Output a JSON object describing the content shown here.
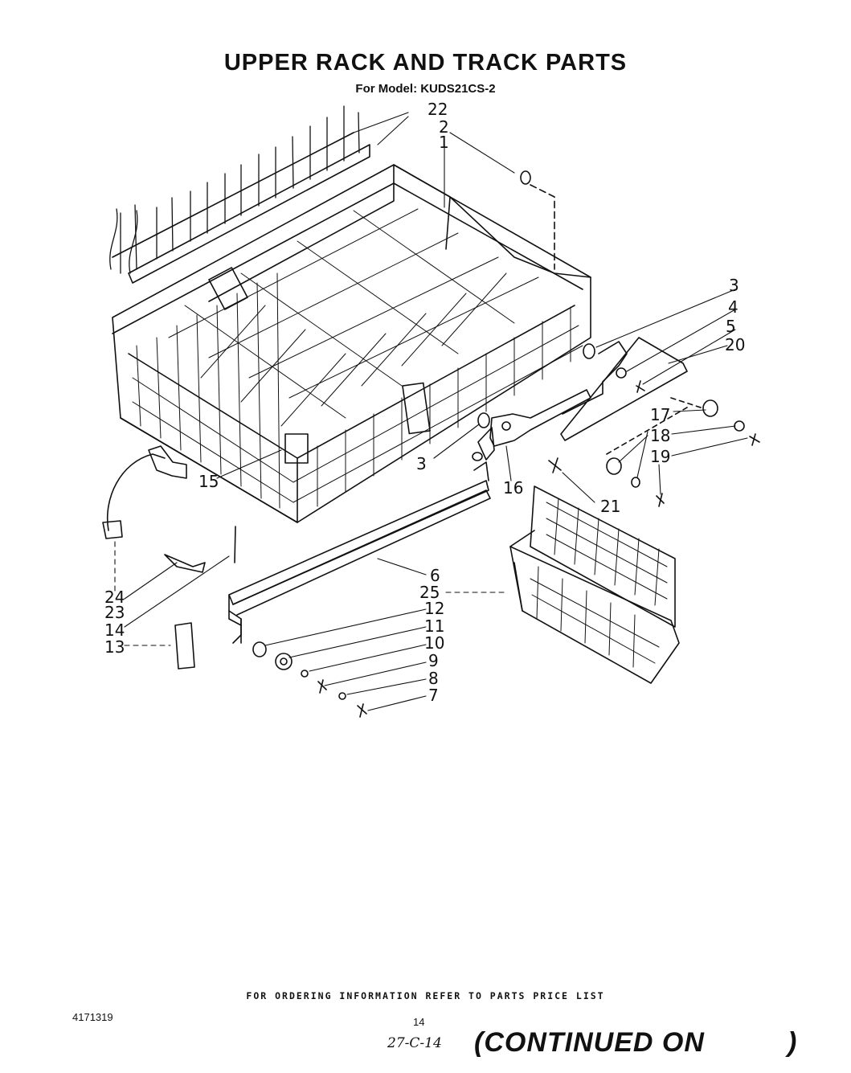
{
  "header": {
    "title": "UPPER RACK AND TRACK PARTS",
    "subtitle": "For Model: KUDS21CS-2"
  },
  "callouts": {
    "c22": "22",
    "c2": "2",
    "c1": "1",
    "c3a": "3",
    "c4": "4",
    "c5": "5",
    "c20": "20",
    "c17": "17",
    "c18": "18",
    "c19": "19",
    "c3b": "3",
    "c16": "16",
    "c21": "21",
    "c15": "15",
    "c6": "6",
    "c25": "25",
    "c24": "24",
    "c23": "23",
    "c14": "14",
    "c13": "13",
    "c12": "12",
    "c11": "11",
    "c10": "10",
    "c9": "9",
    "c8": "8",
    "c7": "7"
  },
  "footer": {
    "ordering_note": "FOR ORDERING INFORMATION REFER TO PARTS PRICE LIST",
    "doc_number": "4171319",
    "page_number": "14",
    "handwritten_note": "27-C-14",
    "continued_label": "(CONTINUED ON",
    "continued_close": ")"
  }
}
